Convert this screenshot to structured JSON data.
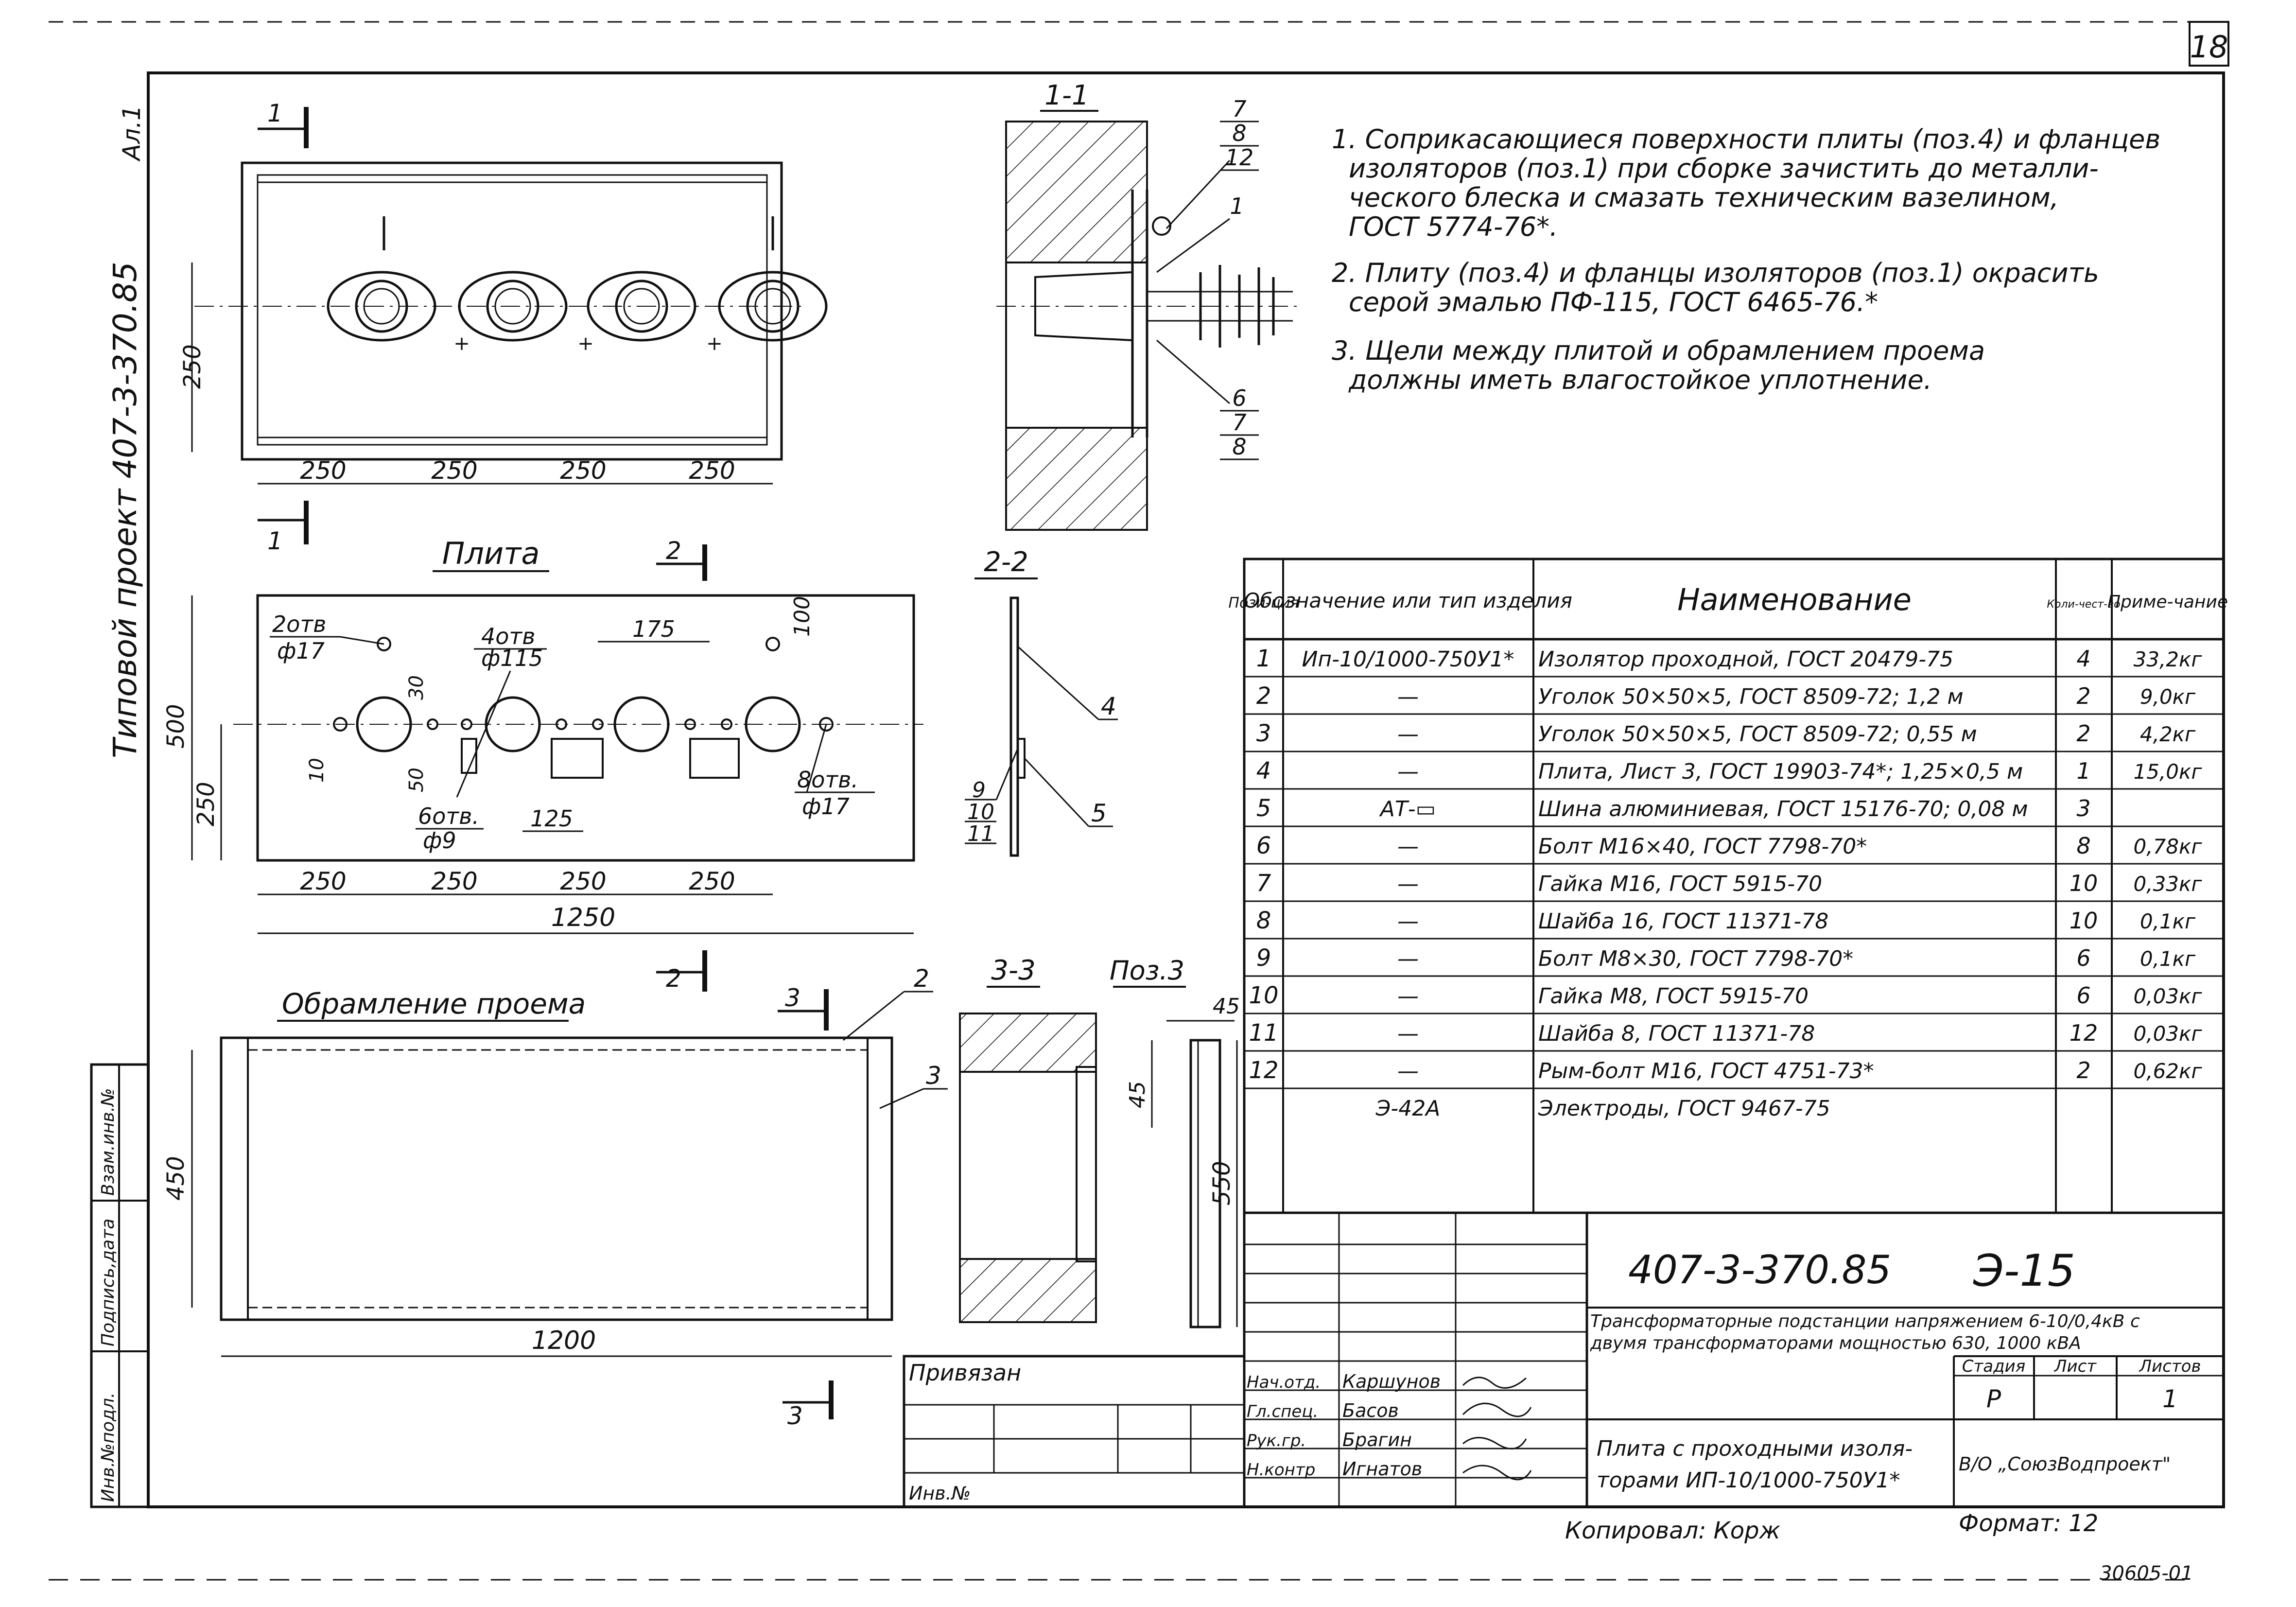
{
  "sheet": {
    "page_number": "18",
    "albom": "Ал.1",
    "side_project": "Типовой проект 407-3-370.85",
    "copied_by": "Копировал: Корж",
    "format": "Формат: 12",
    "stamp_number": "30605-01"
  },
  "left_strip": {
    "vzam": "Взам.инв.№",
    "podpis": "Подпись,дата",
    "inv": "Инв.№подл."
  },
  "views": {
    "section_1_1": "1-1",
    "section_2_2": "2-2",
    "section_3_3": "3-3",
    "pos3": "Поз.3",
    "plita": "Плита",
    "obramlenie": "Обрамление проема",
    "cut1": "1",
    "cut2": "2",
    "cut3": "3"
  },
  "dimensions": {
    "top_250": "250",
    "top_spacing": [
      "250",
      "250",
      "250",
      "250"
    ],
    "plate_500": "500",
    "plate_250": "250",
    "plate_10": "10",
    "plate_spacing": [
      "250",
      "250",
      "250",
      "250"
    ],
    "plate_total": "1250",
    "d175": "175",
    "d100": "100",
    "d30": "30",
    "d50": "50",
    "d125": "125",
    "holes_2": "2отв",
    "holes_2_dia": "ф17",
    "holes_4": "4отв",
    "holes_4_dia": "ф115",
    "holes_6": "6отв.",
    "holes_6_dia": "ф9",
    "holes_8": "8отв.",
    "holes_8_dia": "ф17",
    "frame_450": "450",
    "frame_1200": "1200",
    "pos3_45a": "45",
    "pos3_45b": "45",
    "pos3_550": "550"
  },
  "callouts": {
    "s11_top": [
      "7",
      "8",
      "12"
    ],
    "s11_one": "1",
    "s11_bottom": [
      "6",
      "7",
      "8"
    ],
    "s22_four": "4",
    "s22_five": "5",
    "s22_left": [
      "9",
      "10",
      "11"
    ],
    "frame_two": "2",
    "frame_three": "3"
  },
  "notes": [
    "1. Соприкасающиеся поверхности плиты (поз.4) и фланцев",
    "изоляторов (поз.1) при сборке зачистить до металли-",
    "ческого блеска и смазать техническим вазелином,",
    "ГОСТ 5774-76*.",
    "2. Плиту (поз.4) и фланцы изоляторов (поз.1) окрасить",
    "серой эмалью ПФ-115, ГОСТ 6465-76.*",
    "3. Щели между плитой и обрамлением проема",
    "должны иметь влагостойкое уплотнение."
  ],
  "spec_table": {
    "headers": [
      "Пози-ция",
      "Обозначение или тип изделия",
      "Наименование",
      "Коли-чест-во",
      "Приме-чание"
    ],
    "rows": [
      [
        "1",
        "Ип-10/1000-750У1*",
        "Изолятор проходной, ГОСТ 20479-75",
        "4",
        "33,2кг"
      ],
      [
        "2",
        "—",
        "Уголок 50×50×5, ГОСТ 8509-72; 1,2 м",
        "2",
        "9,0кг"
      ],
      [
        "3",
        "—",
        "Уголок 50×50×5, ГОСТ 8509-72; 0,55 м",
        "2",
        "4,2кг"
      ],
      [
        "4",
        "—",
        "Плита, Лист 3, ГОСТ 19903-74*; 1,25×0,5 м",
        "1",
        "15,0кг"
      ],
      [
        "5",
        "АТ-▭",
        "Шина алюминиевая, ГОСТ 15176-70; 0,08 м",
        "3",
        ""
      ],
      [
        "6",
        "—",
        "Болт М16×40, ГОСТ 7798-70*",
        "8",
        "0,78кг"
      ],
      [
        "7",
        "—",
        "Гайка М16, ГОСТ 5915-70",
        "10",
        "0,33кг"
      ],
      [
        "8",
        "—",
        "Шайба 16, ГОСТ 11371-78",
        "10",
        "0,1кг"
      ],
      [
        "9",
        "—",
        "Болт М8×30, ГОСТ 7798-70*",
        "6",
        "0,1кг"
      ],
      [
        "10",
        "—",
        "Гайка М8, ГОСТ 5915-70",
        "6",
        "0,03кг"
      ],
      [
        "11",
        "—",
        "Шайба 8, ГОСТ 11371-78",
        "12",
        "0,03кг"
      ],
      [
        "12",
        "—",
        "Рым-болт М16, ГОСТ 4751-73*",
        "2",
        "0,62кг"
      ],
      [
        "",
        "Э-42А",
        "Электроды, ГОСТ 9467-75",
        "",
        ""
      ]
    ]
  },
  "title_block": {
    "code": "407-3-370.85",
    "sheet_code": "Э-15",
    "subtitle_1": "Трансформаторные подстанции напряжением 6-10/0,4кВ с",
    "subtitle_2": "двумя трансформаторами мощностью 630, 1000 кВА",
    "stage_h": "Стадия",
    "list_h": "Лист",
    "listov_h": "Листов",
    "stage": "Р",
    "list": "",
    "listov": "1",
    "name_1": "Плита с проходными изоля-",
    "name_2": "торами ИП-10/1000-750У1*",
    "org": "В/О „СоюзВодпроект\"",
    "privyazan": "Привязан",
    "inv_no": "Инв.№",
    "roles": [
      "Нач.отд.",
      "Гл.спец.",
      "Рук.гр.",
      "Н.контр"
    ],
    "names": [
      "Каршунов",
      "Басов",
      "Брагин",
      "Игнатов"
    ]
  }
}
